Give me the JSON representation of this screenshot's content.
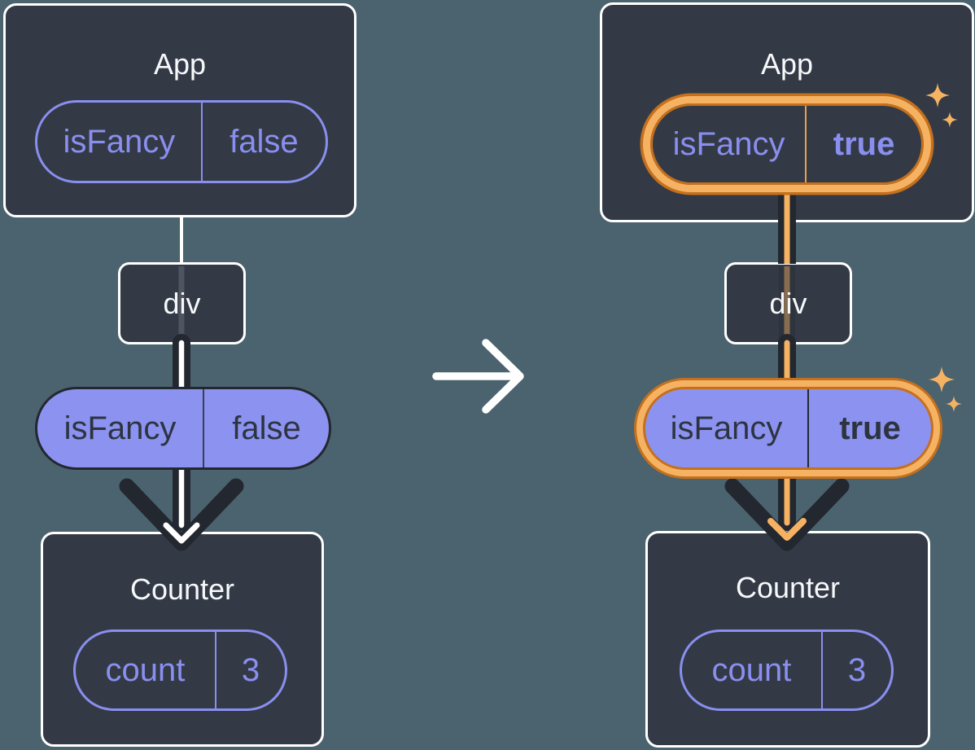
{
  "colors": {
    "background": "#4b636e",
    "box_bg": "#333a46",
    "box_border": "#ffffff",
    "purple": "#8a8fef",
    "pill_fill": "#8c92f0",
    "dark": "#23272f",
    "dark_text": "#2d3440",
    "white": "#ffffff",
    "orange_light": "#f6b263",
    "orange_dark": "#c4701d",
    "orange_divider": "#e8a04a"
  },
  "before": {
    "app": {
      "title": "App",
      "state": {
        "name": "isFancy",
        "value": "false"
      }
    },
    "div": {
      "title": "div"
    },
    "prop": {
      "name": "isFancy",
      "value": "false"
    },
    "counter": {
      "title": "Counter",
      "state": {
        "name": "count",
        "value": "3"
      }
    }
  },
  "after": {
    "app": {
      "title": "App",
      "state": {
        "name": "isFancy",
        "value": "true"
      }
    },
    "div": {
      "title": "div"
    },
    "prop": {
      "name": "isFancy",
      "value": "true"
    },
    "counter": {
      "title": "Counter",
      "state": {
        "name": "count",
        "value": "3"
      }
    }
  }
}
